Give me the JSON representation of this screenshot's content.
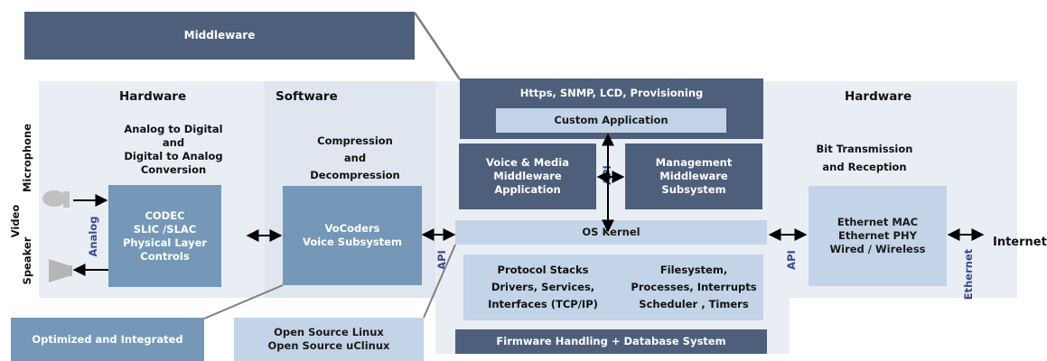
{
  "diagram": {
    "top_label": "Middleware",
    "sections": {
      "hardware_left": {
        "heading": "Hardware",
        "description": "Analog to Digital\nand\nDigital to Analog\nConversion"
      },
      "software": {
        "heading": "Software",
        "description": "Compression\nand\nDecompression"
      },
      "hardware_right": {
        "heading": "Hardware",
        "description": "Bit Transmission\nand Reception"
      }
    },
    "side_labels": {
      "video": "Video",
      "microphone": "Microphone",
      "speaker": "Speaker",
      "analog": "Analog"
    },
    "blocks": {
      "codec": "CODEC\nSLIC /SLAC\nPhysical Layer\nControls",
      "vocoders": "VoCoders\nVoice Subsystem",
      "https": "Https, SNMP, LCD, Provisioning",
      "custom_app": "Custom Application",
      "voice_media": "Voice & Media\nMiddleware\nApplication",
      "management": "Management\nMiddleware\nSubsystem",
      "os_kernel": "OS Kernel",
      "protocol_stacks": "Protocol Stacks\nDrivers, Services,\nInterfaces (TCP/IP)",
      "filesystem": "Filesystem,\nProcesses, Interrupts\nScheduler , Timers",
      "firmware": "Firmware Handling + Database System",
      "ethernet_mac": "Ethernet MAC\nEthernet PHY\nWired / Wireless",
      "optimized": "Optimized and Integrated",
      "open_source": "Open Source Linux\nOpen Source uClinux"
    },
    "api_labels": {
      "api_inner": "API",
      "api_left": "API",
      "api_right": "API"
    },
    "ethernet_label": "Ethernet",
    "internet_label": "Internet"
  }
}
